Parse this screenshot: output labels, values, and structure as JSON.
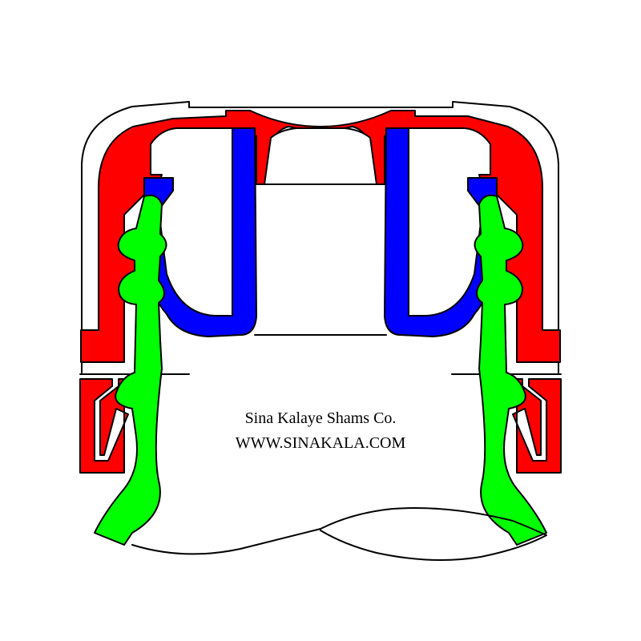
{
  "caption": {
    "company": "Sina Kalaye Shams Co.",
    "website": "WWW.SINAKALA.COM"
  },
  "colors": {
    "cap_shell": "#ff0000",
    "inner_liner": "#0000ff",
    "bottle_neck": "#00ff00",
    "outline": "#000000",
    "background": "#ffffff"
  },
  "parts": [
    "cap-shell",
    "inner-liner",
    "bottle-neck",
    "tamper-band"
  ]
}
